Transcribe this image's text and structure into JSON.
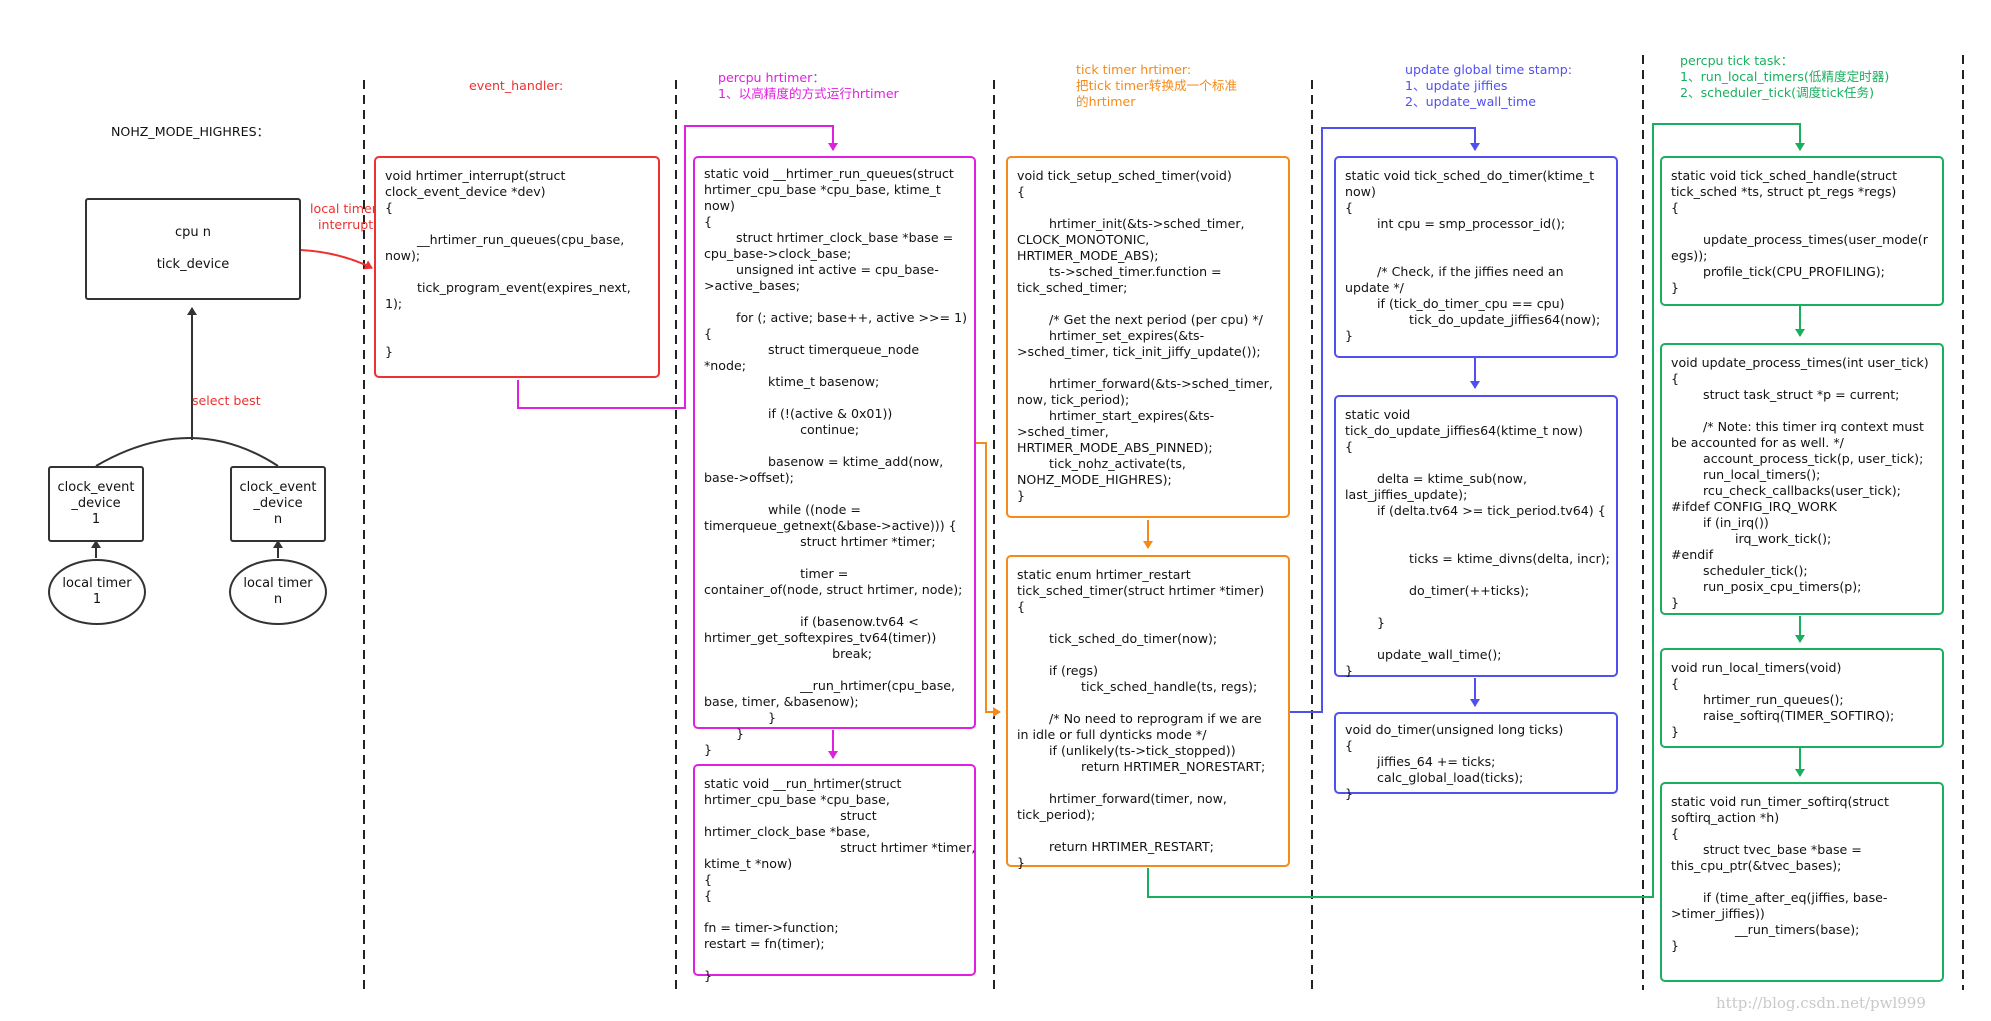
{
  "colors": {
    "red": "#ee3030",
    "magenta": "#e020e0",
    "orange": "#f58a1a",
    "blue": "#5050f0",
    "green": "#1aaf5f",
    "gray": "#333333"
  },
  "left": {
    "mode_label": "NOHZ_MODE_HIGHRES：",
    "cpu_box": "cpu n\n\ntick_device",
    "select_best": "select best",
    "local_timer_interrupt": "local timer\n  interrupt",
    "ced_1": "clock_event\n_device\n1",
    "ced_n": "clock_event\n_device\nn",
    "lt_1": "local timer\n1",
    "lt_n": "local timer\nn"
  },
  "headers": {
    "event_handler": "event_handler:",
    "percpu_hrtimer": "percpu hrtimer：\n1、以高精度的方式运行hrtimer",
    "tick_timer": "tick timer hrtimer:\n把tick timer转换成一个标准\n的hrtimer",
    "update_global": "update global time stamp:\n1、update jiffies\n2、update_wall_time",
    "percpu_tick_task": "percpu tick task：\n1、run_local_timers(低精度定时器)\n2、scheduler_tick(调度tick任务)"
  },
  "code": {
    "hrtimer_interrupt": "void hrtimer_interrupt(struct\nclock_event_device *dev)\n{\n\n        __hrtimer_run_queues(cpu_base,\nnow);\n\n        tick_program_event(expires_next,\n1);\n\n\n}",
    "run_queues": "static void __hrtimer_run_queues(struct\nhrtimer_cpu_base *cpu_base, ktime_t\nnow)\n{\n        struct hrtimer_clock_base *base =\ncpu_base->clock_base;\n        unsigned int active = cpu_base-\n>active_bases;\n\n        for (; active; base++, active >>= 1)\n{\n                struct timerqueue_node\n*node;\n                ktime_t basenow;\n\n                if (!(active & 0x01))\n                        continue;\n\n                basenow = ktime_add(now,\nbase->offset);\n\n                while ((node =\ntimerqueue_getnext(&base->active))) {\n                        struct hrtimer *timer;\n\n                        timer =\ncontainer_of(node, struct hrtimer, node);\n\n                        if (basenow.tv64 <\nhrtimer_get_softexpires_tv64(timer))\n                                break;\n\n                        __run_hrtimer(cpu_base,\nbase, timer, &basenow);\n                }\n        }\n}",
    "run_hrtimer": "static void __run_hrtimer(struct\nhrtimer_cpu_base *cpu_base,\n                                  struct\nhrtimer_clock_base *base,\n                                  struct hrtimer *timer,\nktime_t *now)\n{\n{\n\nfn = timer->function;\nrestart = fn(timer);\n\n}",
    "tick_setup": "void tick_setup_sched_timer(void)\n{\n\n        hrtimer_init(&ts->sched_timer,\nCLOCK_MONOTONIC,\nHRTIMER_MODE_ABS);\n        ts->sched_timer.function =\ntick_sched_timer;\n\n        /* Get the next period (per cpu) */\n        hrtimer_set_expires(&ts-\n>sched_timer, tick_init_jiffy_update());\n\n        hrtimer_forward(&ts->sched_timer,\nnow, tick_period);\n        hrtimer_start_expires(&ts-\n>sched_timer,\nHRTIMER_MODE_ABS_PINNED);\n        tick_nohz_activate(ts,\nNOHZ_MODE_HIGHRES);\n}",
    "tick_sched_timer": "static enum hrtimer_restart\ntick_sched_timer(struct hrtimer *timer)\n{\n\n        tick_sched_do_timer(now);\n\n        if (regs)\n                tick_sched_handle(ts, regs);\n\n        /* No need to reprogram if we are\nin idle or full dynticks mode */\n        if (unlikely(ts->tick_stopped))\n                return HRTIMER_NORESTART;\n\n        hrtimer_forward(timer, now,\ntick_period);\n\n        return HRTIMER_RESTART;\n}",
    "tick_sched_do_timer": "static void tick_sched_do_timer(ktime_t\nnow)\n{\n        int cpu = smp_processor_id();\n\n\n        /* Check, if the jiffies need an\nupdate */\n        if (tick_do_timer_cpu == cpu)\n                tick_do_update_jiffies64(now);\n}",
    "tick_do_update": "static void\ntick_do_update_jiffies64(ktime_t now)\n{\n\n        delta = ktime_sub(now,\nlast_jiffies_update);\n        if (delta.tv64 >= tick_period.tv64) {\n\n\n                ticks = ktime_divns(delta, incr);\n\n                do_timer(++ticks);\n\n        }\n\n        update_wall_time();\n}",
    "do_timer": "void do_timer(unsigned long ticks)\n{\n        jiffies_64 += ticks;\n        calc_global_load(ticks);\n}",
    "tick_sched_handle": "static void tick_sched_handle(struct\ntick_sched *ts, struct pt_regs *regs)\n{\n\n        update_process_times(user_mode(r\negs));\n        profile_tick(CPU_PROFILING);\n}",
    "update_process_times": "void update_process_times(int user_tick)\n{\n        struct task_struct *p = current;\n\n        /* Note: this timer irq context must\nbe accounted for as well. */\n        account_process_tick(p, user_tick);\n        run_local_timers();\n        rcu_check_callbacks(user_tick);\n#ifdef CONFIG_IRQ_WORK\n        if (in_irq())\n                irq_work_tick();\n#endif\n        scheduler_tick();\n        run_posix_cpu_timers(p);\n}",
    "run_local_timers": "void run_local_timers(void)\n{\n        hrtimer_run_queues();\n        raise_softirq(TIMER_SOFTIRQ);\n}",
    "run_timer_softirq": "static void run_timer_softirq(struct\nsoftirq_action *h)\n{\n        struct tvec_base *base =\nthis_cpu_ptr(&tvec_bases);\n\n        if (time_after_eq(jiffies, base-\n>timer_jiffies))\n                __run_timers(base);\n}"
  },
  "watermark": "http://blog.csdn.net/pwl999"
}
